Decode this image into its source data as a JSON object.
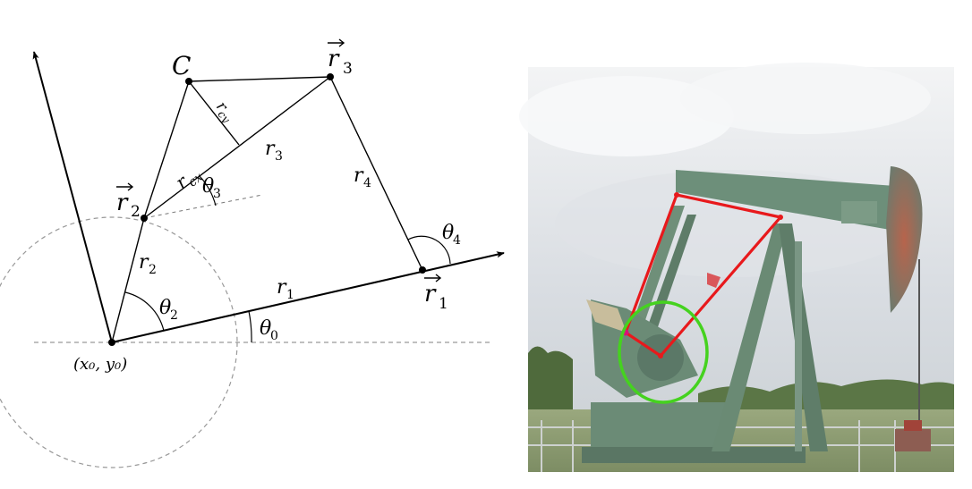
{
  "diagram": {
    "points": {
      "origin_label": "(x₀, y₀)",
      "c_label": "C",
      "r1_vec": "r",
      "r1_sub": "1",
      "r2_vec": "r",
      "r2_sub": "2",
      "r3_vec": "r",
      "r3_sub": "3"
    },
    "links": {
      "r1": "r",
      "r1_sub": "1",
      "r2": "r",
      "r2_sub": "2",
      "r3": "r",
      "r3_sub": "3",
      "r4": "r",
      "r4_sub": "4",
      "rcx": "r",
      "rcx_sub": "cx",
      "rcy": "r",
      "rcy_sub": "cy"
    },
    "angles": {
      "theta0": "θ",
      "theta0_sub": "0",
      "theta2": "θ",
      "theta2_sub": "2",
      "theta3": "θ",
      "theta3_sub": "3",
      "theta4": "θ",
      "theta4_sub": "4"
    },
    "colors": {
      "ink": "#000000",
      "dashed": "#999999"
    }
  },
  "photo": {
    "subject": "pumpjack",
    "colors": {
      "overlay_linkage": "#e8191c",
      "overlay_crank_circle": "#45d21f",
      "machine": "#6b8a73",
      "sky": "#e9ebee"
    }
  }
}
